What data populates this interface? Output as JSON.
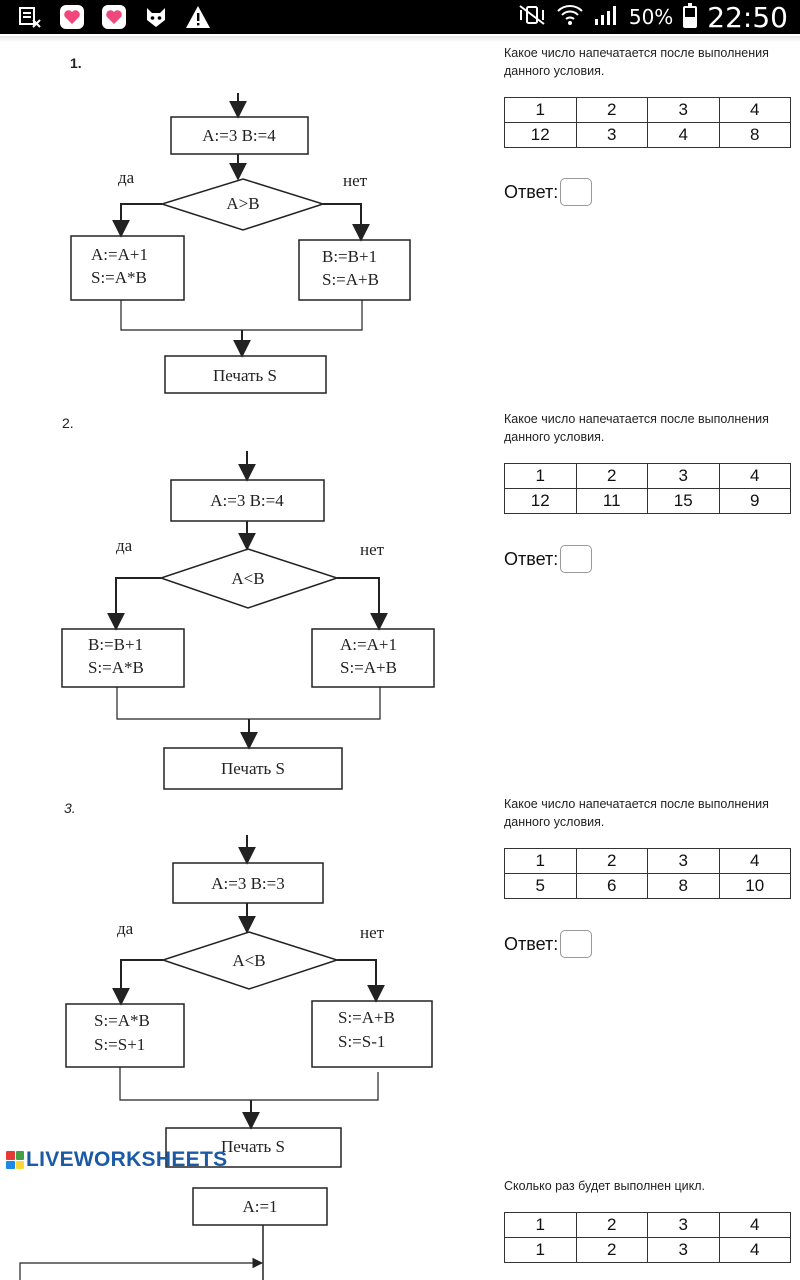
{
  "status_bar": {
    "battery_percent": 50,
    "battery_label": "50%",
    "time": "22:50",
    "icons": [
      "keyboard-x-icon",
      "heart-app-icon",
      "heart-app-icon",
      "cat-app-icon",
      "warning-icon"
    ],
    "right_icons": [
      "mute-vibrate-icon",
      "wifi-icon",
      "signal-icon",
      "battery-icon"
    ]
  },
  "colors": {
    "brand": "#1b5aa6",
    "status_bg": "#000000"
  },
  "tasks": [
    {
      "number": "1.",
      "question": "Какое число напечатается после выполнения данного условия.",
      "options_header": [
        "1",
        "2",
        "3",
        "4"
      ],
      "options": [
        "12",
        "3",
        "4",
        "8"
      ],
      "answer_label": "Ответ:",
      "answer_value": "",
      "flowchart": {
        "init": "A:=3    B:=4",
        "condition": "A>B",
        "yes": "да",
        "no": "нет",
        "yes_line1": "A:=A+1",
        "yes_line2": "S:=A*B",
        "no_line1": "B:=B+1",
        "no_line2": "S:=A+B",
        "print": "Печать S"
      }
    },
    {
      "number": "2.",
      "question": "Какое число напечатается после выполнения данного условия.",
      "options_header": [
        "1",
        "2",
        "3",
        "4"
      ],
      "options": [
        "12",
        "11",
        "15",
        "9"
      ],
      "answer_label": "Ответ:",
      "answer_value": "",
      "flowchart": {
        "init": "A:=3   B:=4",
        "condition": "A<B",
        "yes": "да",
        "no": "нет",
        "yes_line1": "B:=B+1",
        "yes_line2": "S:=A*B",
        "no_line1": "A:=A+1",
        "no_line2": "S:=A+B",
        "print": "Печать S"
      }
    },
    {
      "number": "3.",
      "question": "Какое число напечатается после выполнения данного условия.",
      "options_header": [
        "1",
        "2",
        "3",
        "4"
      ],
      "options": [
        "5",
        "6",
        "8",
        "10"
      ],
      "answer_label": "Ответ:",
      "answer_value": "",
      "flowchart": {
        "init": "A:=3   B:=3",
        "condition": "A<B",
        "yes": "да",
        "no": "нет",
        "yes_line1": "S:=A*B",
        "yes_line2": "S:=S+1",
        "no_line1": "S:=A+B",
        "no_line2": "S:=S-1",
        "print": "Печать S"
      }
    },
    {
      "question": "Сколько раз будет выполнен цикл.",
      "options_header": [
        "1",
        "2",
        "3",
        "4"
      ],
      "options": [
        "1",
        "2",
        "3",
        "4"
      ],
      "flowchart": {
        "init": "A:=1"
      }
    }
  ],
  "brand": {
    "name": "LIVEWORKSHEETS"
  }
}
